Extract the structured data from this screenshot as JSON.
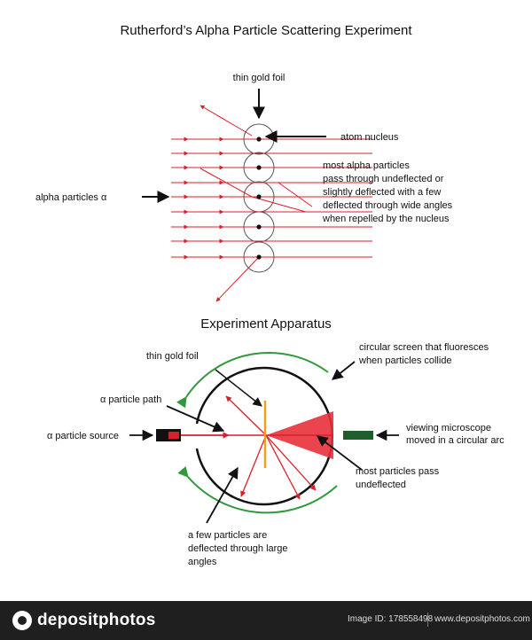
{
  "title": "Rutherford’s Alpha Particle Scattering Experiment",
  "top_diagram": {
    "foil_label": "thin gold foil",
    "nucleus_label": "atom nucleus",
    "explanation_lines": [
      "most alpha particles",
      "pass through undeflected or",
      "slightly deflected with a few",
      "deflected through wide angles",
      "when repelled by the nucleus"
    ],
    "alpha_label": "alpha particles  α"
  },
  "apparatus": {
    "heading": "Experiment Apparatus",
    "foil_label": "thin gold foil",
    "screen_label_lines": [
      "circular screen that fluoresces",
      "when particles collide"
    ],
    "path_label": "α particle path",
    "source_label": "α particle source",
    "microscope_label_lines": [
      "viewing microscope",
      "moved in a circular arc"
    ],
    "undeflected_label_lines": [
      "most particles pass",
      "undeflected"
    ],
    "large_angle_label_lines": [
      "a few particles are",
      "deflected through large",
      "angles"
    ]
  },
  "footer": {
    "brand": "depositphotos",
    "image_id": "Image ID: 178558498",
    "url": "www.depositphotos.com"
  },
  "colors": {
    "particle_red": "#d8202a",
    "arc_green": "#2e9a3c",
    "foil_orange": "#f0a020",
    "microscope_green": "#1f5e2a"
  }
}
